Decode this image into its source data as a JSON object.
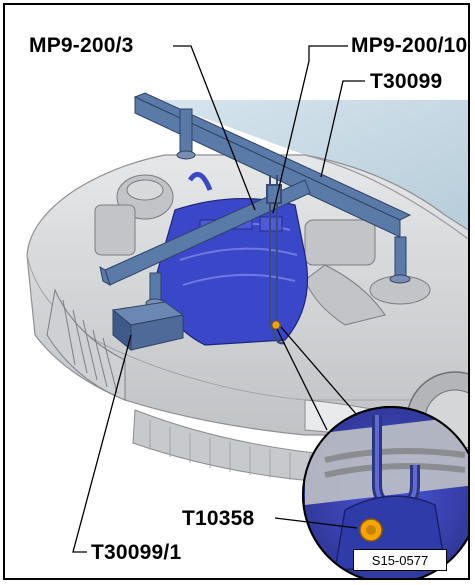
{
  "callouts": {
    "left_top": "MP9-200/3",
    "right_top": "MP9-200/10",
    "right_second": "T30099",
    "inset_label": "T10358",
    "bottom_label": "T30099/1"
  },
  "figure_id": "S15-0577",
  "colors": {
    "highlight_blue": "#3a47c8",
    "tool_bar_blue": "#5a7aa8",
    "car_body_gray": "#d9dadc",
    "leader_line": "#000000"
  }
}
